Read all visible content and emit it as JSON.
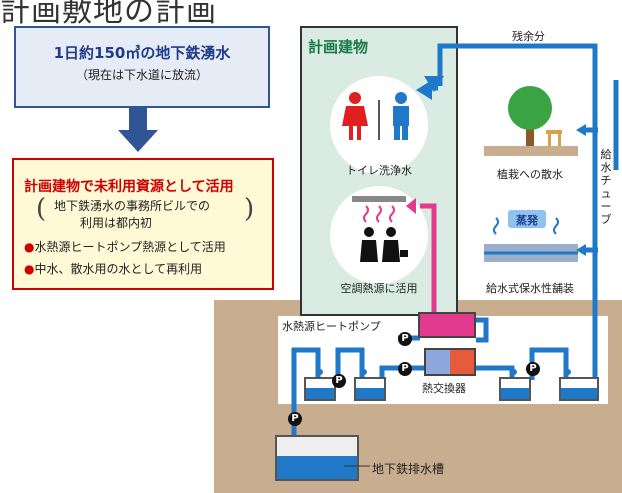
{
  "page": {
    "title": "計画敷地の計画"
  },
  "source": {
    "main": "1日約150㎥の地下鉄湧水",
    "sub": "（現在は下水道に放流）"
  },
  "usage": {
    "title": "計画建物で未利用資源として活用",
    "note_line1": "地下鉄湧水の事務所ビルでの",
    "note_line2": "利用は都内初",
    "bullet_mark": "●",
    "bullets": [
      "水熱源ヒートポンプ熱源として活用",
      "中水、散水用の水として再利用"
    ]
  },
  "diagram": {
    "building_label": "計画建物",
    "toilet_label": "トイレ洗浄水",
    "aircon_label": "空調熱源に活用",
    "irrigation_label": "植栽への散水",
    "pavement_label": "給水式保水性舗装",
    "pavement_badge": "蒸発",
    "supply_tube_label": "給水チューブ",
    "surplus_label": "残余分",
    "heatpump_label": "水熱源ヒートポンプ",
    "exchanger_label": "熱交換器",
    "drain_tank_label": "地下鉄排水槽",
    "pump_symbol": "P"
  },
  "colors": {
    "pipe": "#1f78c8",
    "water": "#1f78c8",
    "heatpump": "#e23a8e",
    "arrow_pink": "#e23a8e",
    "accent_red": "#d00000",
    "navy": "#1f3b8a"
  }
}
